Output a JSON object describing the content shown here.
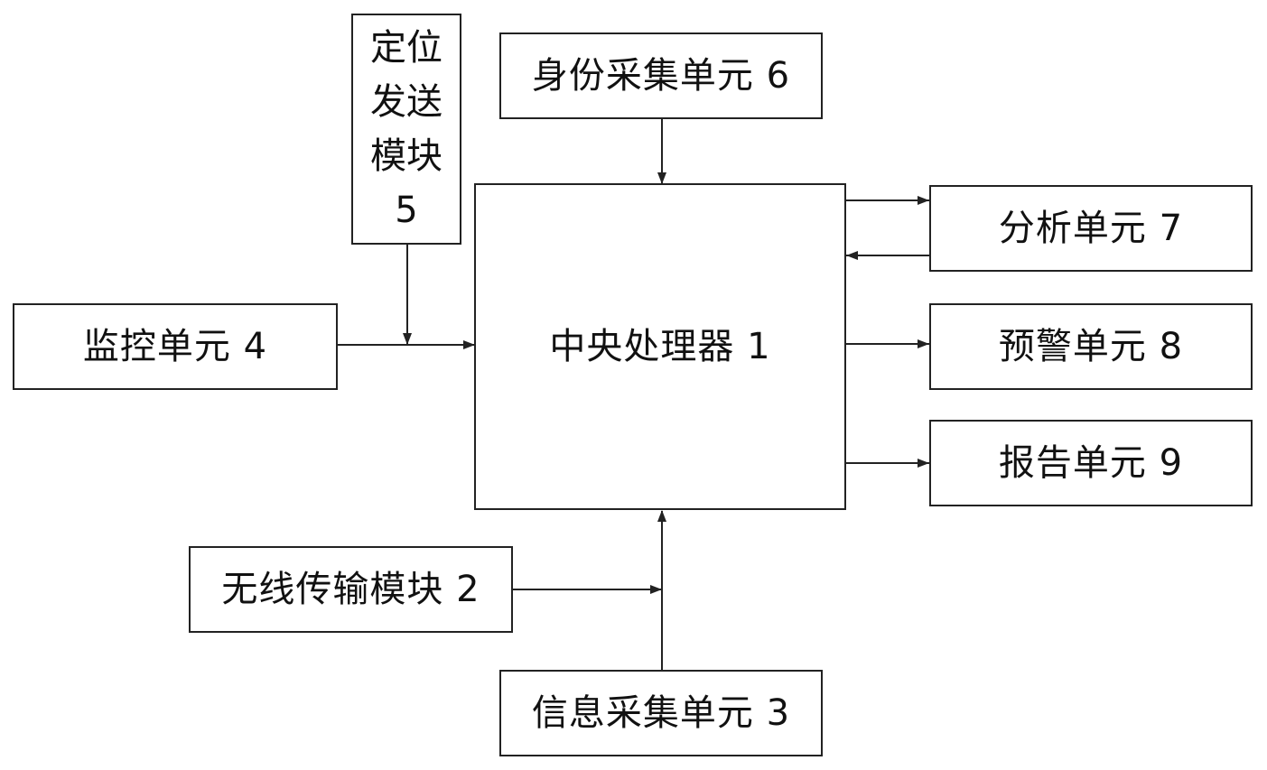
{
  "nodes": {
    "central_processor": {
      "label": "中央处理器 1"
    },
    "wireless_module": {
      "label": "无线传输模块 2"
    },
    "info_collection": {
      "label": "信息采集单元 3"
    },
    "monitoring": {
      "label": "监控单元 4"
    },
    "positioning_module": {
      "label": "定位发送模块5"
    },
    "identity_collection": {
      "label": "身份采集单元 6"
    },
    "analysis": {
      "label": "分析单元 7"
    },
    "warning": {
      "label": "预警单元 8"
    },
    "report": {
      "label": "报告单元 9"
    }
  },
  "edges": [
    {
      "from": "identity_collection",
      "to": "central_processor"
    },
    {
      "from": "positioning_module",
      "to": "central_processor"
    },
    {
      "from": "monitoring",
      "to": "central_processor"
    },
    {
      "from": "central_processor",
      "to": "analysis"
    },
    {
      "from": "analysis",
      "to": "central_processor"
    },
    {
      "from": "central_processor",
      "to": "warning"
    },
    {
      "from": "central_processor",
      "to": "report"
    },
    {
      "from": "wireless_module",
      "to": "central_processor"
    },
    {
      "from": "info_collection",
      "to": "central_processor"
    }
  ]
}
